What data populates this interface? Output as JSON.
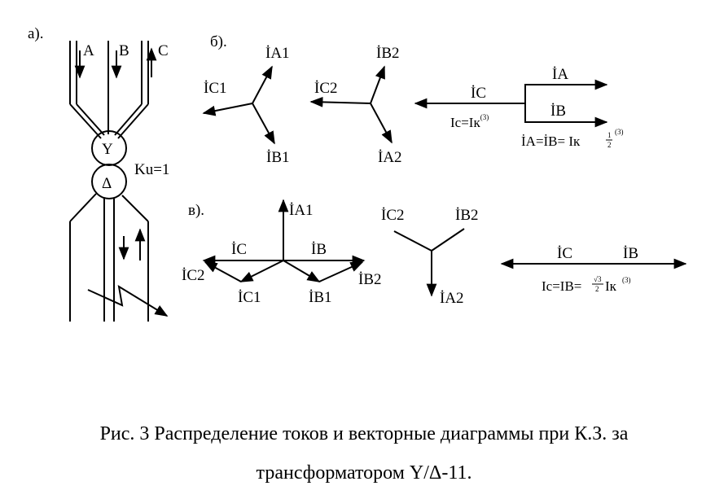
{
  "panels": {
    "a": "а).",
    "b": "б).",
    "c": "в)."
  },
  "phases": {
    "A": "A",
    "B": "B",
    "C": "C"
  },
  "transformer": {
    "star": "Y",
    "delta": "Δ",
    "ratio": "Ku=1"
  },
  "vectors_b": {
    "IA1": "İA1",
    "IB1": "İB1",
    "IC1": "İC1",
    "IB2": "İB2",
    "IA2": "İA2",
    "IC2": "İC2",
    "IC": "İC",
    "IA": "İA",
    "IB": "İB",
    "eq_c_main": "Ic=Iк",
    "eq_c_sup": "(3)",
    "eq_ab_main": "İA=İB=  Iк",
    "eq_ab_frac_num": "1",
    "eq_ab_frac_den": "2",
    "eq_ab_sup": "(3)"
  },
  "vectors_c": {
    "IA1": "İA1",
    "IC": "İC",
    "IB": "İB",
    "IC2": "İC2",
    "IC1": "İC1",
    "IB1": "İB1",
    "IB2": "İB2",
    "IC2_star": "İC2",
    "IB2_star": "İB2",
    "IA2_star": "İA2",
    "IC_r": "İC",
    "IB_r": "İB",
    "eq_main": "Ic=IB=",
    "eq_frac_num": "√3",
    "eq_frac_den": "2",
    "eq_tail": "Iк",
    "eq_sup": "(3)"
  },
  "caption": {
    "line1": "Рис. 3 Распределение токов и векторные диаграммы при К.З. за",
    "line2": "трансформатором  Y/Δ-11."
  }
}
